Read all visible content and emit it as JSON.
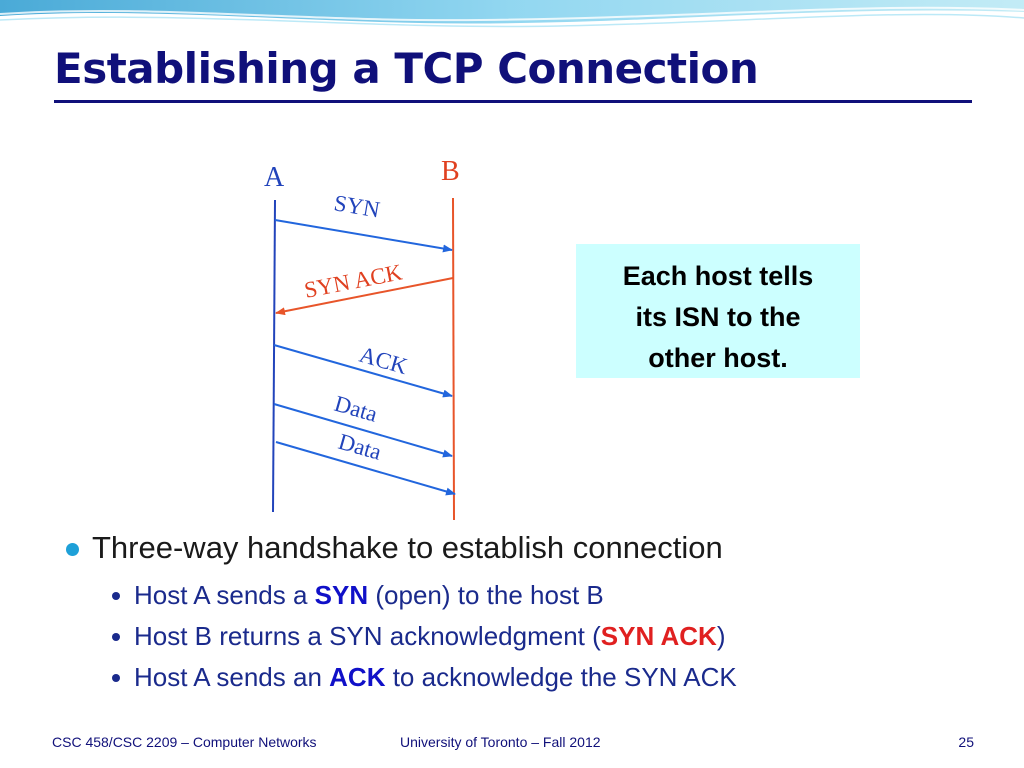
{
  "title": "Establishing a TCP Connection",
  "diagram": {
    "host_a": "A",
    "host_b": "B",
    "messages": [
      {
        "label": "SYN",
        "direction": "A-to-B"
      },
      {
        "label": "SYN ACK",
        "direction": "B-to-A"
      },
      {
        "label": "ACK",
        "direction": "A-to-B"
      },
      {
        "label": "Data",
        "direction": "A-to-B"
      },
      {
        "label": "Data",
        "direction": "A-to-B"
      }
    ],
    "colors": {
      "host_a": "#2255cc",
      "host_b": "#e8552a",
      "title": "#10107a",
      "note_box": "#ccffff"
    }
  },
  "note": {
    "lines": [
      "Each host tells",
      "its ISN to the",
      "other host."
    ]
  },
  "bullets": {
    "main": "Three-way handshake to establish connection",
    "sub1": {
      "pre": "Host A sends a ",
      "kw": "SYN",
      "post": " (open) to the host B"
    },
    "sub2": {
      "pre": "Host B returns a SYN acknowledgment (",
      "kw": "SYN ACK",
      "post": ")"
    },
    "sub3": {
      "pre": "Host A sends an ",
      "kw": "ACK",
      "post": " to acknowledge the SYN ACK"
    }
  },
  "footer": {
    "left": "CSC 458/CSC 2209 – Computer Networks",
    "center": "University of Toronto – Fall 2012",
    "page": "25"
  }
}
